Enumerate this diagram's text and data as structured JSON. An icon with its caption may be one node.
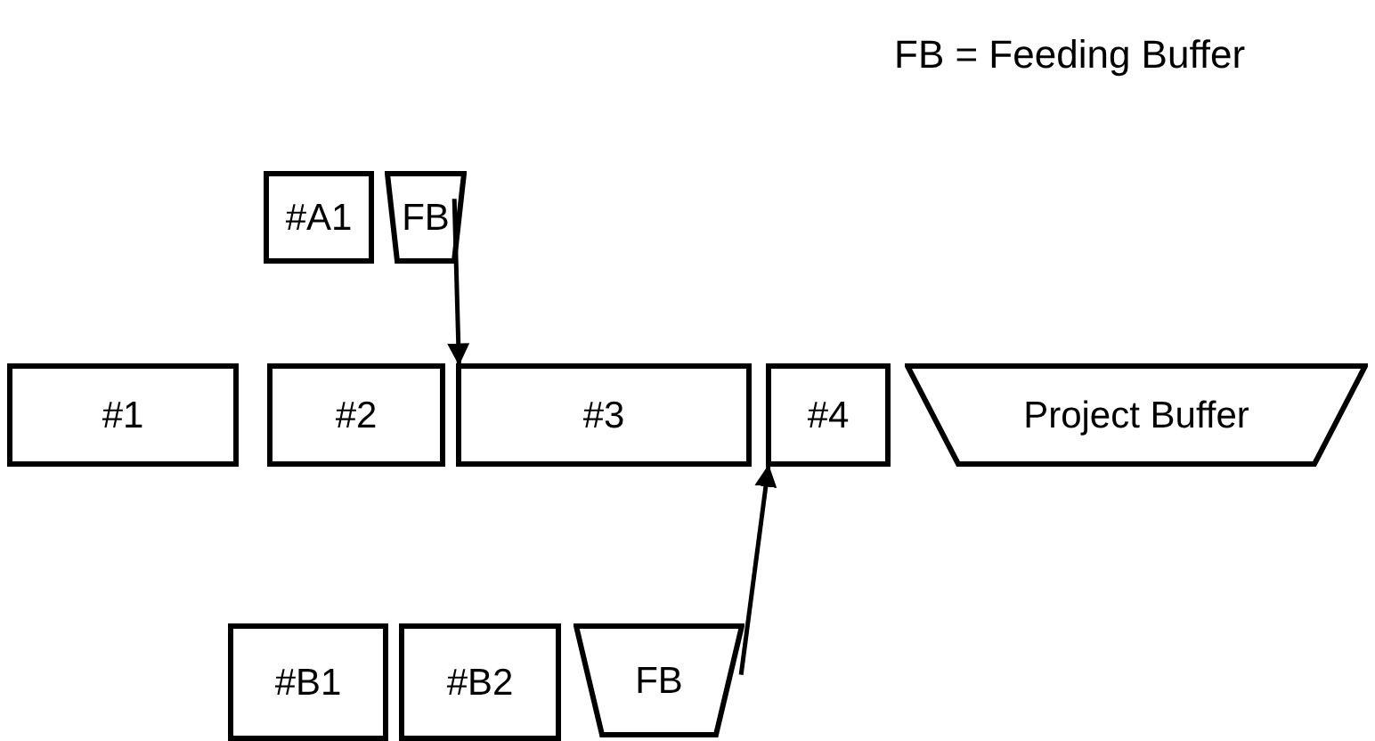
{
  "diagram": {
    "nodes": [
      {
        "text": [
          "#A1"
        ]
      },
      {
        "text": [
          "FB"
        ]
      },
      {
        "text": [
          "#1"
        ]
      },
      {
        "text": [
          "#2"
        ]
      },
      {
        "text": [
          "#3"
        ]
      },
      {
        "text": [
          "#4"
        ]
      },
      {
        "text": [
          "Project Buffer"
        ]
      },
      {
        "text": [
          "#B1"
        ]
      },
      {
        "text": [
          "#B2"
        ]
      },
      {
        "text": [
          "FB"
        ]
      }
    ],
    "edges": [
      {
        "from": 1,
        "to": 4,
        "arrow": "to"
      },
      {
        "from": 9,
        "to": 5,
        "arrow": "to"
      }
    ],
    "labels": [
      "FB = Feeding Buffer"
    ]
  }
}
